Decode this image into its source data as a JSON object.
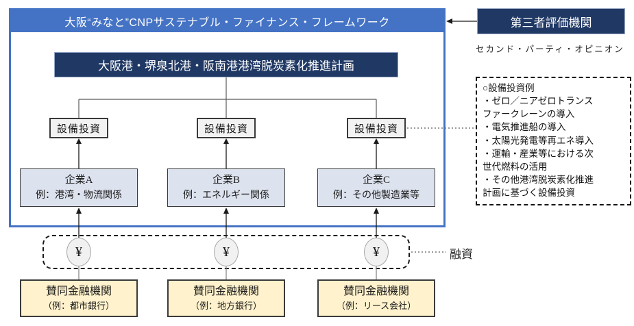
{
  "frame": {
    "title": "大阪“みなと”CNPサステナブル・ファイナンス・フレームワーク",
    "plan_title": "大阪港・堺泉北港・阪南港港湾脱炭素化推進計画"
  },
  "columns": [
    {
      "investment_label": "設備投資",
      "company_name": "企業A",
      "company_example": "例：港湾・物流関係",
      "yen_symbol": "¥",
      "bank_name": "賛同金融機関",
      "bank_example": "（例：都市銀行）"
    },
    {
      "investment_label": "設備投資",
      "company_name": "企業B",
      "company_example": "例：エネルギー関係",
      "yen_symbol": "¥",
      "bank_name": "賛同金融機関",
      "bank_example": "（例：地方銀行）"
    },
    {
      "investment_label": "設備投資",
      "company_name": "企業C",
      "company_example": "例：その他製造業等",
      "yen_symbol": "¥",
      "bank_name": "賛同金融機関",
      "bank_example": "（例：リース会社）"
    }
  ],
  "evaluator": {
    "title": "第三者評価機関",
    "subtitle": "セカンド・パーティ・オピニオン"
  },
  "investment_examples": {
    "text": "○設備投資例\n・ゼロ／ニアゼロトランス\nファークレーンの導入\n・電気推進船の導入\n・太陽光発電等再エネ導入\n・運輸・産業等における次\n世代燃料の活用\n・その他港湾脱炭素化推進\n計画に基づく設備投資"
  },
  "loan_label": "融資",
  "colors": {
    "frame_blue": "#4472c4",
    "navy": "#1f3864",
    "company_fill": "#dde3ee",
    "investment_fill": "#f2f2f2",
    "bank_fill": "#fff2cc"
  }
}
